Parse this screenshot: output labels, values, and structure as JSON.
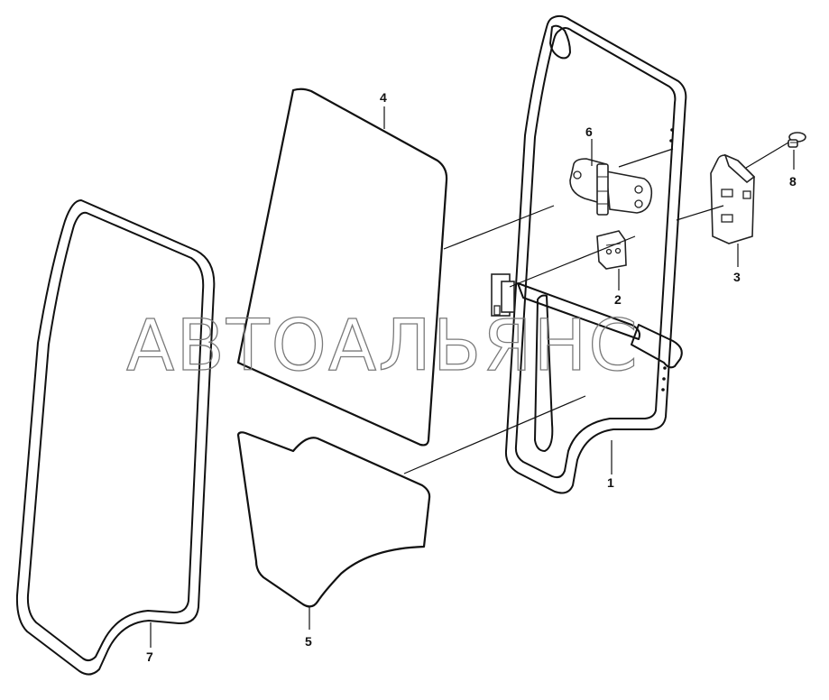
{
  "watermark": {
    "text": "АВТОАЛЬЯНС"
  },
  "callouts": {
    "door_frame": "1",
    "hinge_plate": "2",
    "lock_striker": "3",
    "door_glass_upper": "4",
    "door_glass_lower": "5",
    "door_hinge": "6",
    "glass_seal": "7",
    "screw": "8"
  }
}
